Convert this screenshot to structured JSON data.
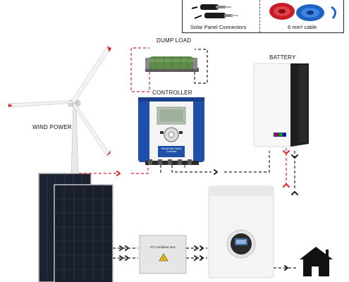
{
  "accessories": {
    "connectors_caption": "Solar Panel Connectors",
    "cable_caption": "6 mm² cable"
  },
  "components": {
    "dump_load": "DUMP LOAD",
    "controller": "CONTROLLER",
    "battery": "BATTERY",
    "wind_power": "WIND POWER",
    "combiner_box": "PV Combiner Box",
    "controller_face_text": "Wind&Solar Hybrid Controller"
  },
  "colors": {
    "ac_line": "#d9262b",
    "dc_line": "#222222",
    "controller_blue": "#1f4fa8",
    "resistor_green": "#5e8a4a",
    "panel_dark": "#1d2230"
  }
}
